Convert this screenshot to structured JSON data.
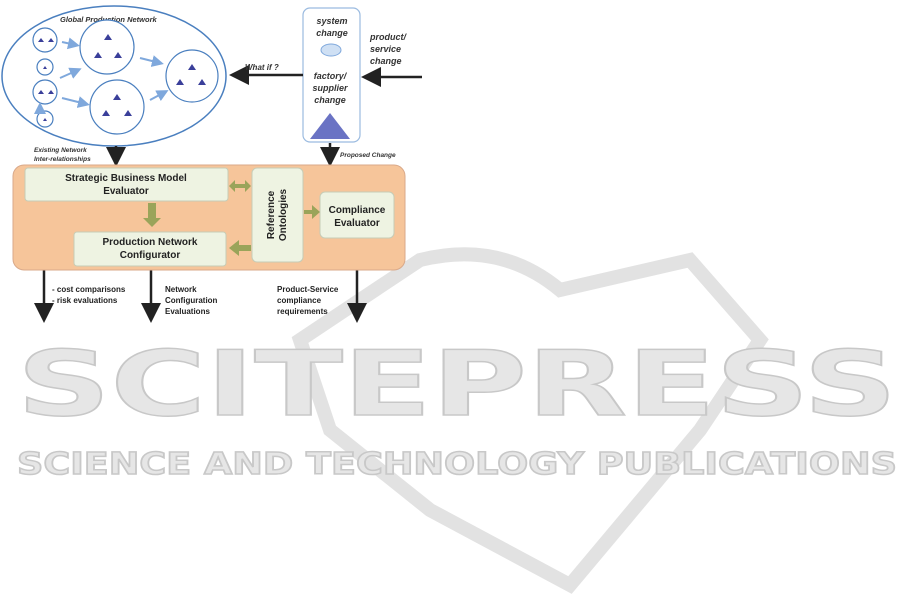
{
  "network": {
    "title": "Global  Production Network"
  },
  "change_box": {
    "system": [
      "system",
      "change"
    ],
    "factory": [
      "factory/",
      "supplier",
      "change"
    ]
  },
  "product_change": [
    "product/",
    "service",
    "change"
  ],
  "what_if": "What if ?",
  "existing": [
    "Existing Network",
    "Inter-relationships"
  ],
  "proposed": "Proposed Change",
  "sbm": [
    "Strategic Business Model",
    "Evaluator"
  ],
  "pnc": [
    "Production Network",
    "Configurator"
  ],
  "ontologies": [
    "Reference",
    "Ontologies"
  ],
  "compliance": [
    "Compliance",
    "Evaluator"
  ],
  "outputs": {
    "cost": [
      "- cost comparisons",
      "- risk evaluations"
    ],
    "network": [
      "Network",
      "Configuration",
      "Evaluations"
    ],
    "product": [
      "Product-Service",
      "compliance",
      "requirements"
    ]
  },
  "watermark": {
    "main": "SCITEPRESS",
    "sub": "SCIENCE AND TECHNOLOGY PUBLICATIONS"
  },
  "colors": {
    "orange": "#f6c59a",
    "green_box": "#eef3e2",
    "green_arrow": "#9aa45a",
    "blue": "#4a7fbf"
  }
}
